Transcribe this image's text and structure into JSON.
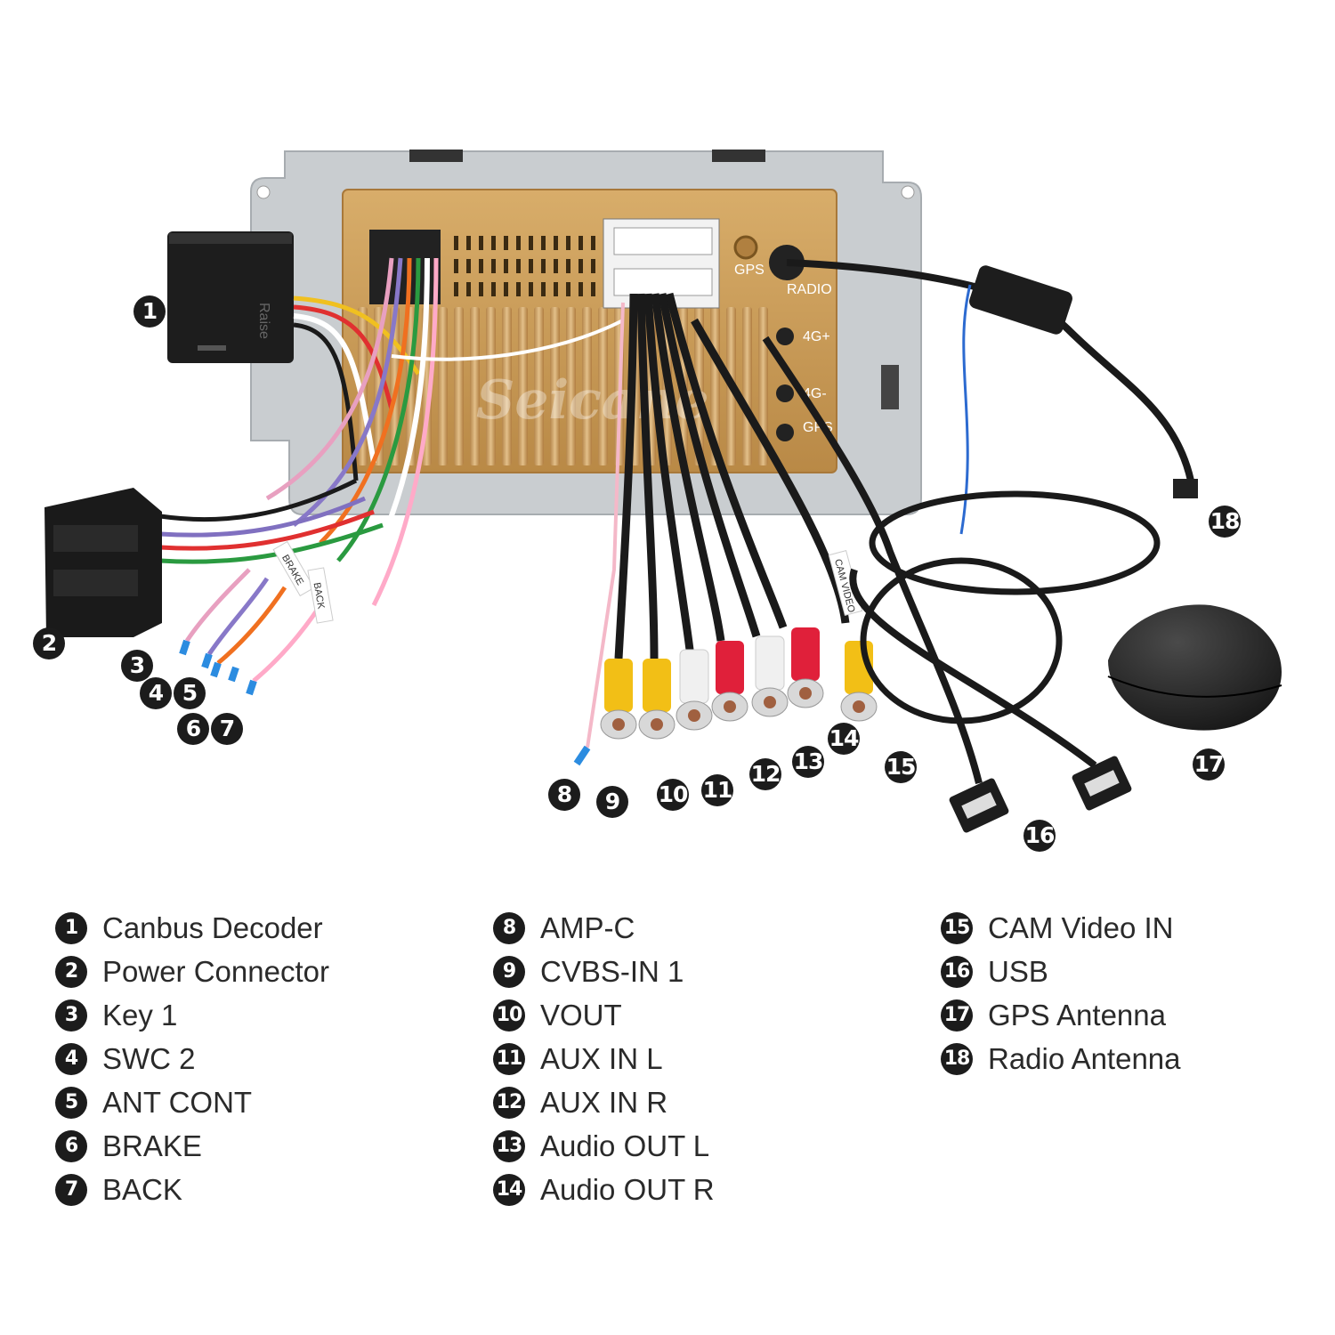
{
  "unit_labels": {
    "gps_top": "GPS",
    "radio": "RADIO",
    "port_4g_plus": "4G+",
    "port_4g_minus": "4G-",
    "gps_bottom": "GPS",
    "decoder_brand": "Raise",
    "watermark": "Seicane",
    "tag_brake": "BRAKE",
    "tag_back": "BACK",
    "tag_cam_video": "CAM VIDEO"
  },
  "legend": [
    {
      "num": "1",
      "label": "Canbus Decoder"
    },
    {
      "num": "2",
      "label": "Power Connector"
    },
    {
      "num": "3",
      "label": "Key 1"
    },
    {
      "num": "4",
      "label": "SWC 2"
    },
    {
      "num": "5",
      "label": "ANT CONT"
    },
    {
      "num": "6",
      "label": "BRAKE"
    },
    {
      "num": "7",
      "label": "BACK"
    },
    {
      "num": "8",
      "label": "AMP-C"
    },
    {
      "num": "9",
      "label": "CVBS-IN 1"
    },
    {
      "num": "10",
      "label": "VOUT"
    },
    {
      "num": "11",
      "label": "AUX IN L"
    },
    {
      "num": "12",
      "label": "AUX IN R"
    },
    {
      "num": "13",
      "label": "Audio OUT L"
    },
    {
      "num": "14",
      "label": "Audio OUT R"
    },
    {
      "num": "15",
      "label": "CAM Video IN"
    },
    {
      "num": "16",
      "label": "USB"
    },
    {
      "num": "17",
      "label": "GPS Antenna"
    },
    {
      "num": "18",
      "label": "Radio Antenna"
    }
  ],
  "colors": {
    "chassis": "#c9cdd0",
    "heatsink": "#c99a55",
    "cable": "#1a1a1a",
    "rca_yellow": "#f2bf16",
    "rca_red": "#e0203a",
    "rca_white": "#eeeeee",
    "callout": "#1c1c1c"
  }
}
